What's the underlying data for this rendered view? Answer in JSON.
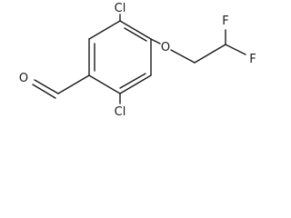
{
  "molecule": {
    "substituents": {
      "chloro_top": "Cl",
      "chloro_bottom": "Cl",
      "ether_oxygen": "O",
      "fluoro_top": "F",
      "fluoro_bottom": "F",
      "aldehyde_oxygen": "O"
    }
  }
}
